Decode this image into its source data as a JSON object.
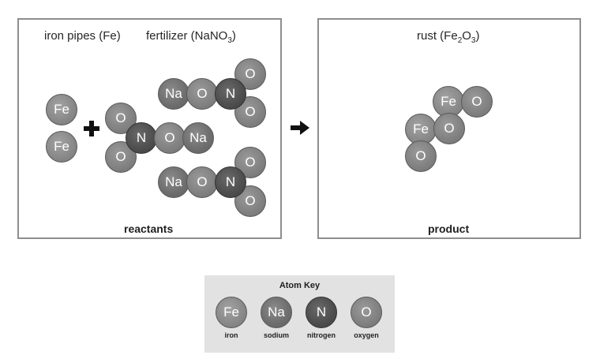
{
  "reactants_panel": {
    "label_iron": "iron pipes (Fe)",
    "label_fertilizer_prefix": "fertilizer (NaNO",
    "label_fertilizer_sub": "3",
    "label_fertilizer_suffix": ")",
    "title": "reactants"
  },
  "product_panel": {
    "label_prefix": "rust (Fe",
    "label_sub1": "2",
    "label_mid": "O",
    "label_sub2": "3",
    "label_suffix": ")",
    "title": "product"
  },
  "atoms": {
    "fe": "Fe",
    "na": "Na",
    "n": "N",
    "o": "O"
  },
  "atom_key": {
    "title": "Atom Key",
    "items": [
      {
        "symbol": "Fe",
        "name": "iron"
      },
      {
        "symbol": "Na",
        "name": "sodium"
      },
      {
        "symbol": "N",
        "name": "nitrogen"
      },
      {
        "symbol": "O",
        "name": "oxygen"
      }
    ]
  },
  "colors": {
    "iron": "#8a8a8a",
    "sodium": "#6f6f6f",
    "nitrogen": "#4f4f4f",
    "oxygen": "#828282",
    "key_background": "#e2e2e2",
    "panel_border": "#8e8e8e"
  }
}
